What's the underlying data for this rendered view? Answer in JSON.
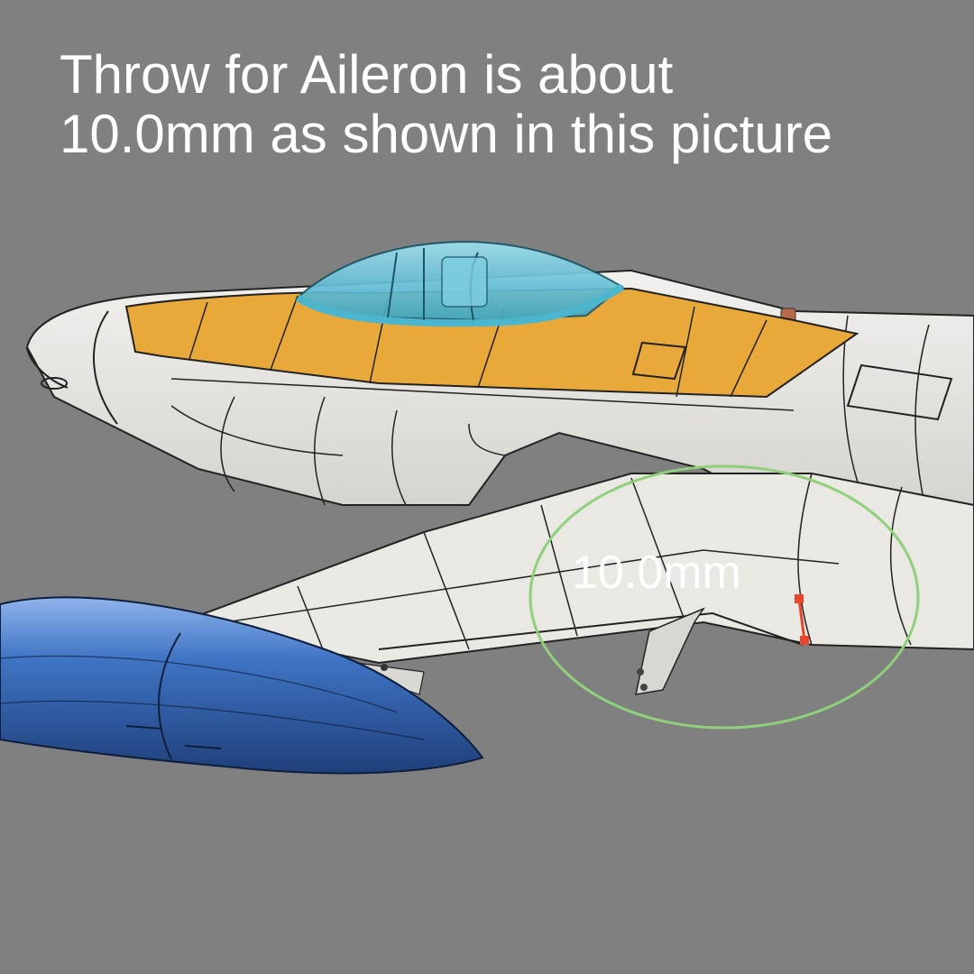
{
  "caption": {
    "line1": "Throw for Aileron is about",
    "line2": "10.0mm as shown in this picture"
  },
  "measurement": {
    "label": "10.0mm",
    "value_mm": 10.0
  },
  "colors": {
    "background": "#808080",
    "canopy_panel": "#e8a83a",
    "canopy_glass": "#5bbfd6",
    "fuselage": "#e4e3de",
    "drop_tank": "#3f74c4",
    "highlight_circle": "#8fd17a",
    "dimension_marker": "#e8452a"
  }
}
